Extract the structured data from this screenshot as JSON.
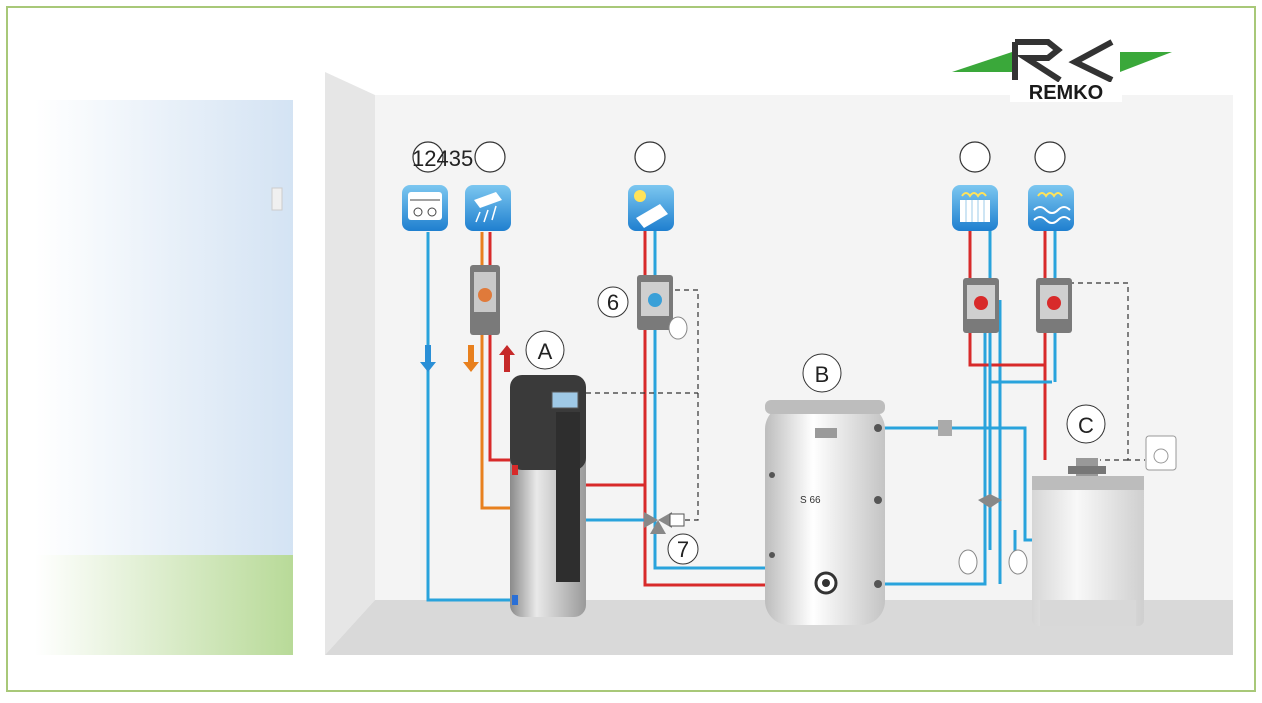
{
  "logo": {
    "text": "REMKO",
    "accent_color": "#3aa83a"
  },
  "labels": {
    "circle_numbers": "12435",
    "num_6": "6",
    "num_7": "7",
    "letter_a": "A",
    "letter_b": "B",
    "letter_c": "C",
    "tank_b_model": "S 66"
  },
  "icons": {
    "meter": "water-meter-icon",
    "shower": "shower-icon",
    "solar": "solar-collector-icon",
    "radiator": "radiator-icon",
    "floor_heating": "floor-heating-icon"
  },
  "colors": {
    "frame": "#a8c878",
    "cold_pipe": "#29a3dc",
    "hot_pipe": "#d82a2a",
    "warm_pipe": "#e8801e",
    "wall": "#ececec",
    "floor": "#d9d9d9",
    "icon_blue": "#2a8fd6"
  }
}
